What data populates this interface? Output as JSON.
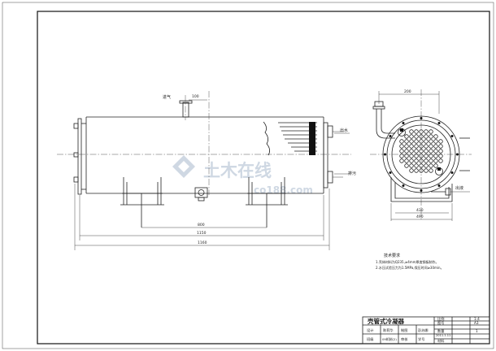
{
  "watermark": {
    "cn": "土木在线",
    "en": "co188.com"
  },
  "elevation": {
    "inlet_label": "进气",
    "inlet_dim": "100",
    "dim_inner": "800",
    "dim_mid": "1150",
    "dim_overall": "1160"
  },
  "end_view": {
    "top_dim": "200",
    "label_right_1": "出水",
    "label_right_2": "排污",
    "label_bottom": "出液",
    "dim_bottom_1": "430",
    "dim_bottom_2": "490"
  },
  "notes": {
    "title": "技术要求",
    "line1": "1.壳体材料为Q235,≥4mm厚度钢板制作。",
    "line2": "2.水压试验压力为1.5MPa,保压时间≥30min。"
  },
  "title_block": {
    "drawing_title": "壳管式冷凝器",
    "scale_label": "比例",
    "scale_value": "1:4",
    "sheet_label": "图号",
    "sheet_value": "A3",
    "qty_label": "数量",
    "qty_value": "1",
    "material_label": "材料",
    "design_label": "设计",
    "designer": "陈莉华",
    "check_label": "制图",
    "checker": "彭苏娜",
    "date": "2011.1.11",
    "class_label": "班级",
    "class_value": "09机制(2)",
    "approve_label": "审核",
    "student_label": "学号"
  }
}
